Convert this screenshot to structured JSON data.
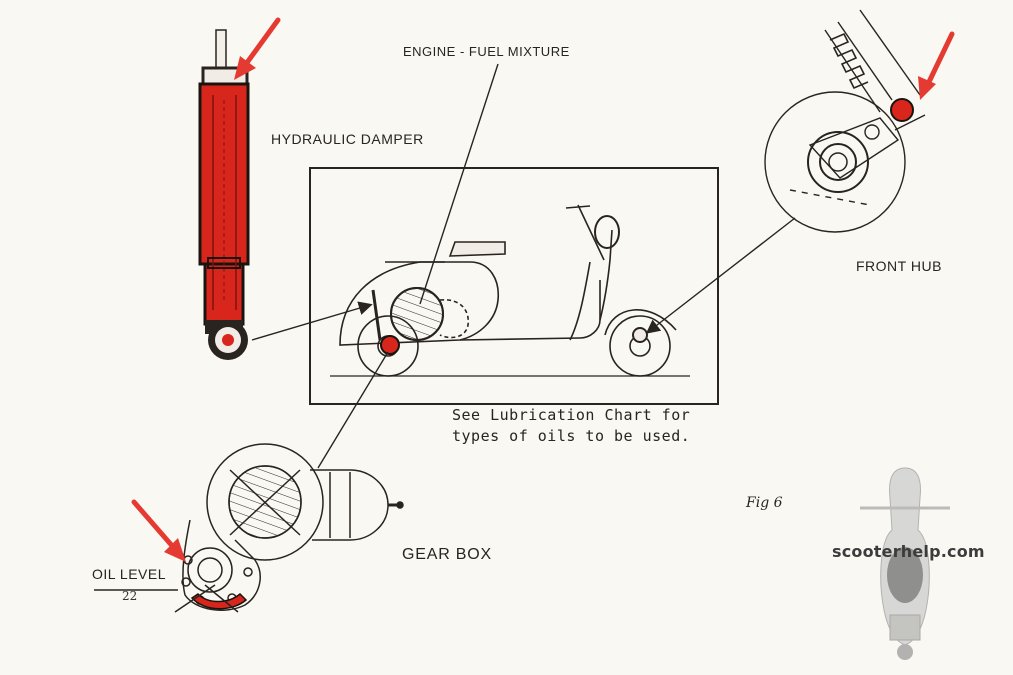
{
  "labels": {
    "engine_fuel_mixture": "ENGINE - FUEL MIXTURE",
    "hydraulic_damper": "HYDRAULIC DAMPER",
    "front_hub": "FRONT HUB",
    "gear_box": "GEAR BOX",
    "oil_level": "OIL LEVEL"
  },
  "note": {
    "line1": "See Lubrication Chart for",
    "line2": "types of oils to be used."
  },
  "figure_label": "Fig 6",
  "page_number": "22",
  "watermark": "scooterhelp.com",
  "colors": {
    "ink": "#2a2420",
    "highlight_red": "#d8261c",
    "arrow_red": "#e53a32",
    "paper": "#f9f8f3"
  }
}
